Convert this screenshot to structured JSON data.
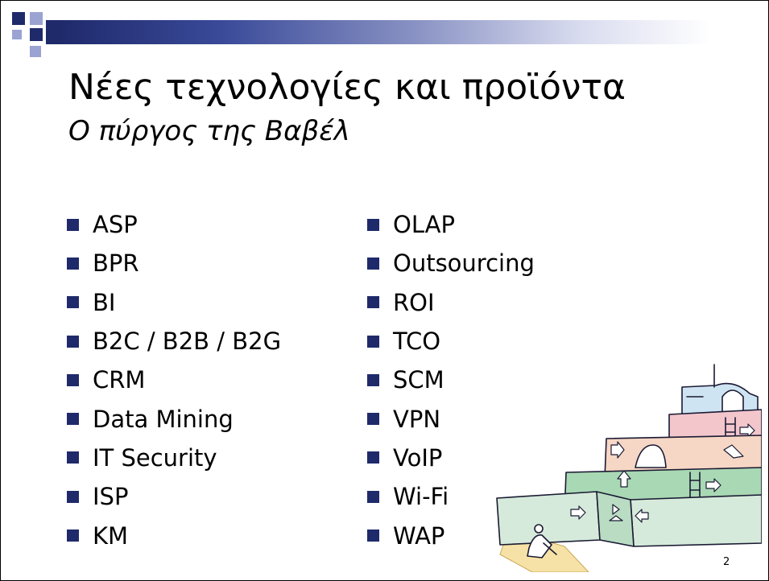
{
  "slide": {
    "title": "Νέες τεχνολογίες και προϊόντα",
    "subtitle": "Ο πύργος της Βαβέλ",
    "left_items": [
      "ASP",
      "BPR",
      "BI",
      "B2C / B2B / B2G",
      "CRM",
      "Data Mining",
      "IT Security",
      "ISP",
      "KM"
    ],
    "right_items": [
      "OLAP",
      "Outsourcing",
      "ROI",
      "TCO",
      "SCM",
      "VPN",
      "VoIP",
      "Wi-Fi",
      "WAP"
    ],
    "page_number": "2"
  },
  "colors": {
    "accent": "#1f2a6b",
    "accent_light": "#9aa3d1",
    "tier_green_light": "#d6eadb",
    "tier_green": "#a9d8b4",
    "tier_peach": "#f6d6c4",
    "tier_pink": "#f3c6cc",
    "tier_blue": "#cfe4f3",
    "ground": "#f6e2a6"
  },
  "clipart": {
    "subject": "tower-of-babel-terraces-illustration"
  }
}
